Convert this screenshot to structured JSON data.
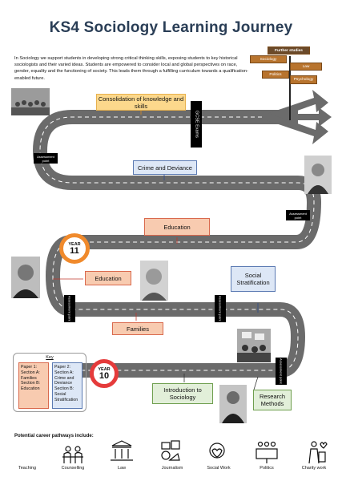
{
  "title": "KS4 Sociology Learning Journey",
  "intro": "In Sociology we support students in developing strong critical thinking skills, exposing students to key historical sociologists and their varied ideas. Students are empowered to consider local and global perspectives on race, gender, equality and the functioning of society. This leads them through a fulfilling curriculum towards a qualification-enabled future.",
  "signpost": {
    "header": "Further studies",
    "signs": [
      "Sociology",
      "Law",
      "Politics",
      "Psychology"
    ]
  },
  "journey": {
    "consolidation": "Consolidation of knowledge and skills",
    "gcse_exams": "GCSE Exams",
    "assessment_point": "Assessment point",
    "crime_and_deviance": "Crime and Deviance",
    "education_upper": "Education",
    "education_left": "Education",
    "social_stratification": "Social Stratification",
    "families": "Families",
    "intro_to_sociology": "Introduction to Sociology",
    "research_methods": "Research Methods",
    "year_11_word": "YEAR",
    "year_11_num": "11",
    "year_10_word": "YEAR",
    "year_10_num": "10"
  },
  "key": {
    "title": "Key",
    "paper1": "Paper 1:\nSection A:\nFamilies\nSection B:\nEducation",
    "paper2": "Paper 2:\nSection A:\nCrime and\nDeviance\nSection B:\nSocial\nStratification"
  },
  "careers": {
    "title": "Potential career pathways include:",
    "items": [
      "Teaching",
      "Counselling",
      "Law",
      "Journalism",
      "Social Work",
      "Politics",
      "Charity work"
    ]
  },
  "colors": {
    "road": "#6b6b6b",
    "road_dash": "#ffffff",
    "year11_ring": "#f08a2c",
    "year10_ring": "#e53b3b",
    "title": "#2a3e56"
  }
}
